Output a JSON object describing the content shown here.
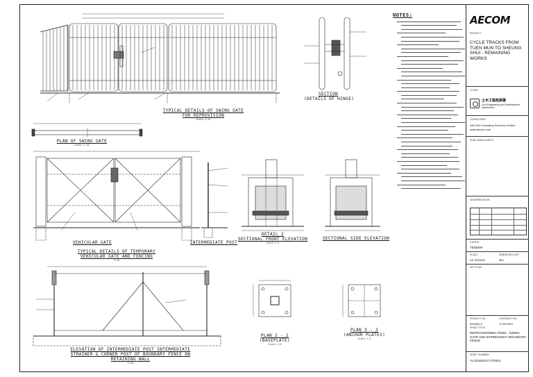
{
  "drawings": {
    "swing_gate": {
      "title": "Typical Details of Swing Gate for Reprovision",
      "scale": "Scale 1:15"
    },
    "plan_swing_gate": {
      "title": "Plan of Swing Gate",
      "scale": "Scale 1:15"
    },
    "hinge": {
      "title": "Section",
      "subtitle": "(Details of Hinge)"
    },
    "vehicular_gate": {
      "title": "Vehicular Gate"
    },
    "intermediate_post": {
      "title": "Intermediate Post"
    },
    "temporary_gate": {
      "title": "Typical Details of Temporary Vehicular Gate and Fencing",
      "scale": "1:25"
    },
    "detail_2": {
      "title": "Detail 2",
      "subtitle": "Sectional Front Elevation",
      "scale": "Scale 1:5"
    },
    "side_elevation": {
      "title": "Sectional Side Elevation"
    },
    "plan_2_2": {
      "title": "Plan 2 - 2",
      "subtitle": "(Baseplate)",
      "scale": "Scale 1:5"
    },
    "plan_3_3": {
      "title": "Plan 3 - 3",
      "subtitle": "(Anchor Plates)",
      "scale": "Scale 1:5"
    },
    "intermediate_elevation": {
      "title": "Elevation of Intermediate Post Intermediate Strainer & Corner Post of Boundary Fence on Retaining Wall",
      "scale": "1:25"
    }
  },
  "notes": {
    "title": "NOTES:"
  },
  "title_block": {
    "logo": "AECOM",
    "project_label": "Project",
    "project": "CYCLE TRACKS FROM TUEN MUN TO SHEUNG SHUI - REMAINING WORKS",
    "client_label": "Client",
    "client_cn": "土木工程拓展署",
    "client_en": "Civil Engineering and Development Department",
    "consultant_label": "Consultant",
    "consultant": "AECOM Consulting Services Limited",
    "consultant_web": "www.aecom.com",
    "sub_consultants_label": "Sub-Consultants",
    "issue_label": "Issue/Revision",
    "status_label": "Status",
    "status": "TENDER",
    "scale_label": "Scale",
    "scale": "AS SHOWN",
    "dimension_label": "Dimension Unit",
    "dimension": "MM",
    "key_plan_label": "Key Plan",
    "project_no_label": "Project No.",
    "project_no": "60028014",
    "contract_no_label": "Contract No.",
    "contract_no": "TL/2015/01",
    "sheet_title_label": "Sheet Title",
    "sheet_title": "REPROVISIONED ITEMS - SWING GATE AND EXPRESSWAY BOUNDARY FENCE",
    "sheet_number_label": "Sheet Number",
    "sheet_number": "YL/2015/01/CYT/0401"
  }
}
